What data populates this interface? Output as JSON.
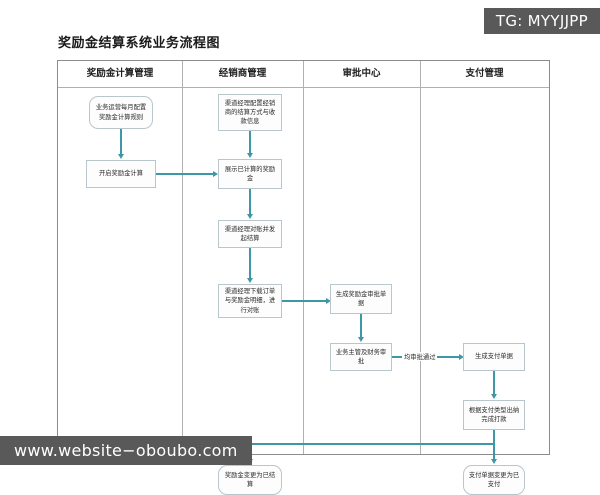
{
  "watermarks": {
    "tg": "TG: MYYJJPP",
    "site": "www.website−oboubo.com"
  },
  "title": "奖励金结算系统业务流程图",
  "lanes": [
    {
      "label": "奖励金计算管理"
    },
    {
      "label": "经销商管理"
    },
    {
      "label": "审批中心"
    },
    {
      "label": "支付管理"
    }
  ],
  "nodes": {
    "n1": "业务运营每月配置奖励金计算规则",
    "n2": "开启奖励金计算",
    "n3": "渠道经理配置经销商的结算方式与收款信息",
    "n4": "展示已计算的奖励金",
    "n5": "渠道经理对账并发起结算",
    "n6": "渠道经理下载订单与奖励金明细，进行对账",
    "n7": "生成奖励金审批单据",
    "n8": "业务主管及财务审批",
    "n9": "生成支付单据",
    "n10": "根据支付类型出纳完成打款",
    "n11": "奖励金变更为已结算",
    "n12": "支付单据变更为已支付"
  },
  "edge_labels": {
    "e_approved": "均审批通过"
  },
  "colors": {
    "connector": "#3e97a4",
    "node_border": "#b9c6cc",
    "frame": "#8c8c8c",
    "watermark_bg": "#595959"
  }
}
